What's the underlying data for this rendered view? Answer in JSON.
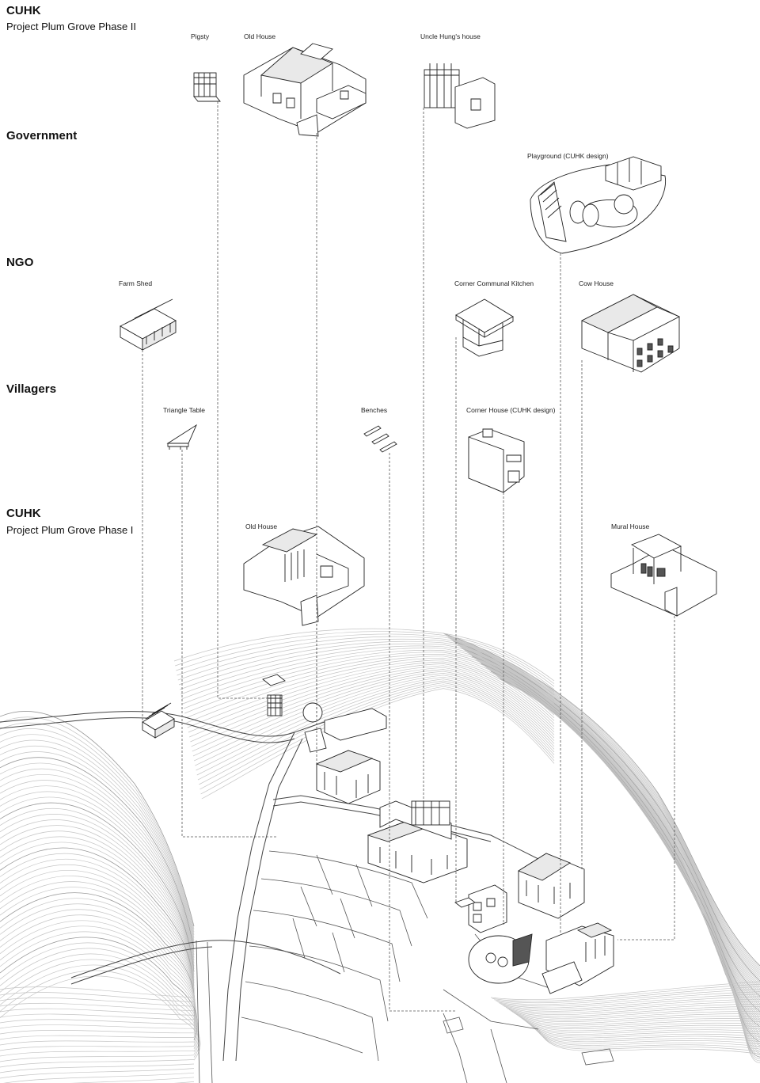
{
  "groups": [
    {
      "id": "cuhk2",
      "title": "CUHK",
      "subtitle": "Project Plum Grove Phase II"
    },
    {
      "id": "gov",
      "title": "Government",
      "subtitle": ""
    },
    {
      "id": "ngo",
      "title": "NGO",
      "subtitle": ""
    },
    {
      "id": "villagers",
      "title": "Villagers",
      "subtitle": ""
    },
    {
      "id": "cuhk1",
      "title": "CUHK",
      "subtitle": "Project Plum Grove Phase I"
    }
  ],
  "items": {
    "pigsty": "Pigsty",
    "old_house_2": "Old House",
    "uncle_hung": "Uncle Hung's house",
    "playground": "Playground (CUHK design)",
    "farm_shed": "Farm Shed",
    "kitchen": "Corner Communal Kitchen",
    "cow_house": "Cow House",
    "triangle_table": "Triangle Table",
    "benches": "Benches",
    "corner_house": "Corner House (CUHK design)",
    "old_house_1": "Old House",
    "mural_house": "Mural House"
  },
  "colors": {
    "line": "#222222",
    "leader": "#555555",
    "contour": "#c4c4c4",
    "background": "#ffffff"
  }
}
